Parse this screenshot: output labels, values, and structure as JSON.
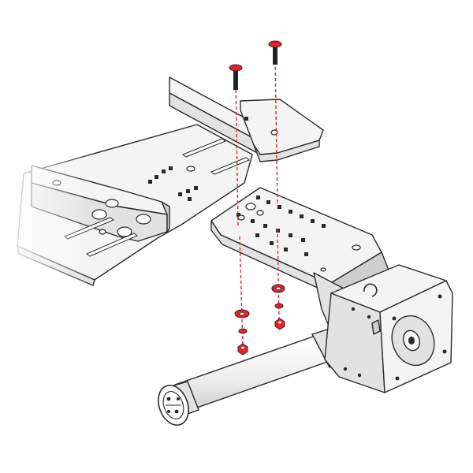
{
  "colors": {
    "background": "#ffffff",
    "outline": "#2a2a2a",
    "metal_light": "#f4f4f4",
    "metal_mid": "#e2e2e2",
    "metal_shadow": "#cfcfcf",
    "hardware_red": "#e8202a",
    "guide_line": "#e8202a",
    "bolt_shaft": "#222222"
  },
  "parts": {
    "rail": "mounting-rail",
    "bracket": "motor-bracket",
    "gearbox": "gearbox-housing",
    "tube": "drive-tube",
    "end_cap": "tube-end-cap",
    "bolts": [
      "bolt-1",
      "bolt-2"
    ],
    "washers": [
      "washer-1",
      "washer-2"
    ],
    "nuts": [
      "nut-1",
      "nut-2"
    ]
  }
}
